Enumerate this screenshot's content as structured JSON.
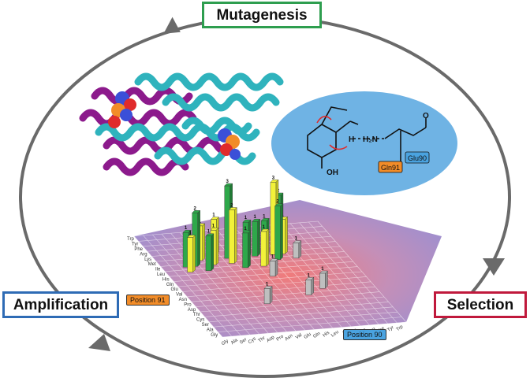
{
  "cycle": {
    "steps": [
      {
        "id": "mutagenesis",
        "label": "Mutagenesis"
      },
      {
        "id": "selection",
        "label": "Selection"
      },
      {
        "id": "amplification",
        "label": "Amplification"
      }
    ],
    "colors": {
      "mutagenesis": "#2e9e4f",
      "selection": "#c0193c",
      "amplification": "#2e6bb5",
      "arrow": "#6a6a6a"
    }
  },
  "reaction": {
    "labels": {
      "oh": "OH",
      "h2n": "H₂N",
      "h": "H",
      "o": "O"
    },
    "residues": [
      {
        "name": "Gln91",
        "color": "#f28c28"
      },
      {
        "name": "Glu90",
        "color": "#4aa3e0"
      }
    ],
    "background_color": "#6fb3e4"
  },
  "chart": {
    "position91_label": "Position 91",
    "position90_label": "Position 90",
    "x_residues": [
      "Gly",
      "Ala",
      "Ser",
      "Cys",
      "Thr",
      "Asp",
      "Pro",
      "Asn",
      "Val",
      "Glu",
      "Gln",
      "His",
      "Leu",
      "Ile",
      "Met",
      "Lys",
      "Arg",
      "Phe",
      "Tyr",
      "Trp"
    ],
    "y_residues": [
      "Trp",
      "Tyr",
      "Phe",
      "Arg",
      "Lys",
      "Met",
      "Ile",
      "Leu",
      "His",
      "Gln",
      "Glu",
      "Val",
      "Asn",
      "Pro",
      "Asp",
      "Thr",
      "Cys",
      "Ser",
      "Ala",
      "Gly"
    ]
  },
  "chart_data": {
    "type": "bar",
    "title": "",
    "xlabel": "Position 90",
    "ylabel": "Position 91",
    "series_colors": {
      "high": "#f2f23a",
      "mid": "#2ea84a",
      "low": "#bfbfbf"
    },
    "bars": [
      {
        "x": "Ser",
        "y": "Ile",
        "value": 1,
        "level": "mid"
      },
      {
        "x": "Ser",
        "y": "Leu",
        "value": 1,
        "level": "high"
      },
      {
        "x": "Cys",
        "y": "Ile",
        "value": 2,
        "level": "mid"
      },
      {
        "x": "Thr",
        "y": "Met",
        "value": 1,
        "level": "high"
      },
      {
        "x": "Thr",
        "y": "Leu",
        "value": 1,
        "level": "mid"
      },
      {
        "x": "Asp",
        "y": "Ile",
        "value": 1,
        "level": "high"
      },
      {
        "x": "Pro",
        "y": "Lys",
        "value": 1,
        "level": "high"
      },
      {
        "x": "Asn",
        "y": "Met",
        "value": 3,
        "level": "mid"
      },
      {
        "x": "Asn",
        "y": "Ile",
        "value": 2,
        "level": "high"
      },
      {
        "x": "Val",
        "y": "Leu",
        "value": 1,
        "level": "mid"
      },
      {
        "x": "Glu",
        "y": "Met",
        "value": 1,
        "level": "mid"
      },
      {
        "x": "Gln",
        "y": "Met",
        "value": 1,
        "level": "mid"
      },
      {
        "x": "Gln",
        "y": "Leu",
        "value": 1,
        "level": "high"
      },
      {
        "x": "His",
        "y": "Met",
        "value": 1,
        "level": "mid"
      },
      {
        "x": "Leu",
        "y": "Met",
        "value": 3,
        "level": "high"
      },
      {
        "x": "Leu",
        "y": "Ile",
        "value": 2,
        "level": "mid"
      },
      {
        "x": "Ile",
        "y": "Lys",
        "value": 2,
        "level": "mid"
      },
      {
        "x": "Ile",
        "y": "Met",
        "value": 1,
        "level": "high"
      },
      {
        "x": "Asn",
        "y": "Asp",
        "value": 1,
        "level": "low"
      },
      {
        "x": "Gln",
        "y": "Gln",
        "value": 1,
        "level": "low"
      },
      {
        "x": "Leu",
        "y": "Pro",
        "value": 1,
        "level": "low"
      },
      {
        "x": "Met",
        "y": "Asn",
        "value": 1,
        "level": "low"
      },
      {
        "x": "Met",
        "y": "Ile",
        "value": 1,
        "level": "low"
      }
    ]
  }
}
